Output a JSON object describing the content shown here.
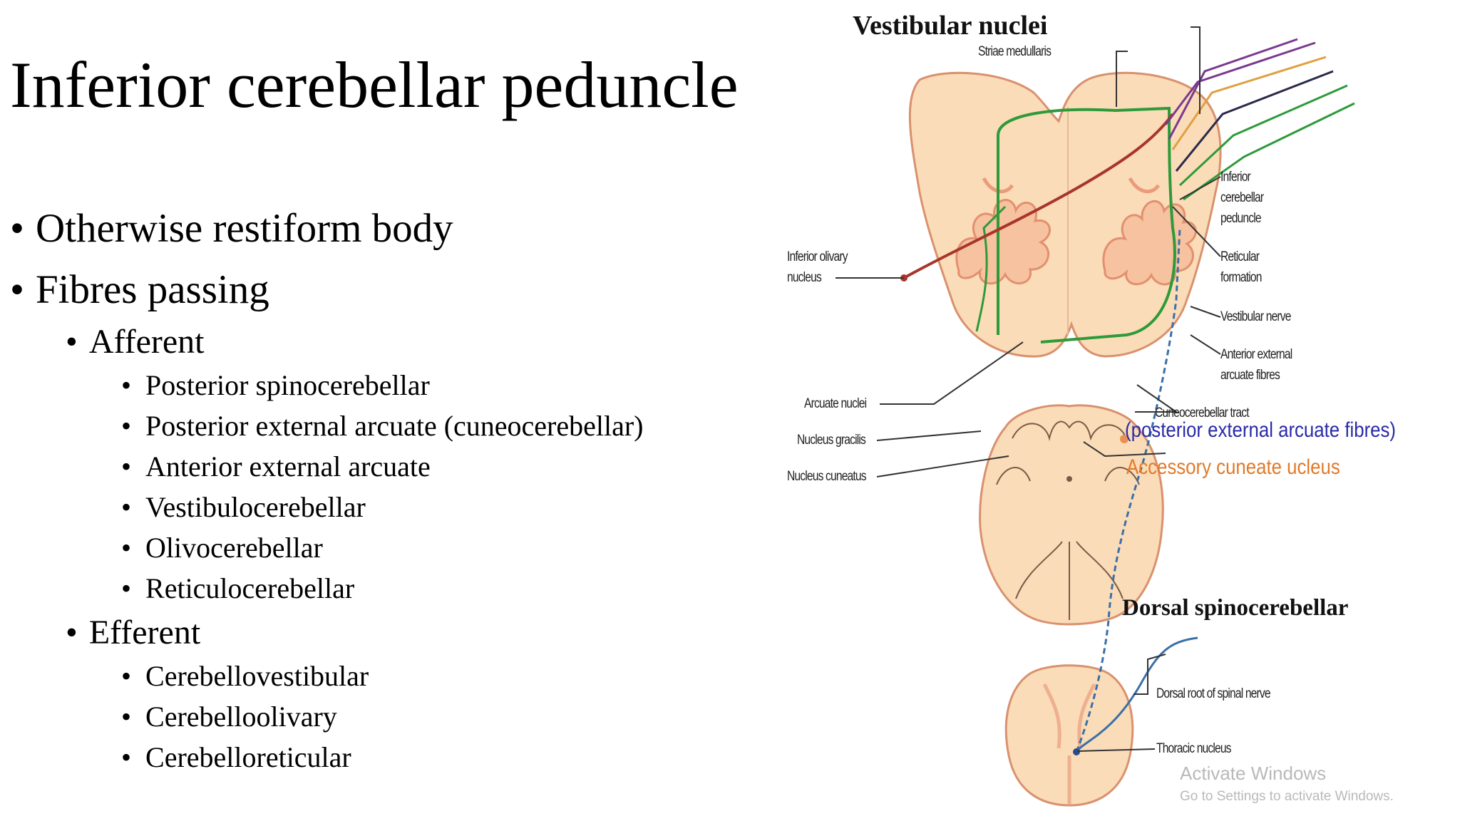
{
  "slide": {
    "title": "Inferior cerebellar peduncle",
    "bullets": [
      {
        "text": "Otherwise restiform body"
      },
      {
        "text": "Fibres passing"
      },
      {
        "text": "Afferent"
      },
      {
        "text": "Posterior spinocerebellar"
      },
      {
        "text": "Posterior external arcuate (cuneocerebellar)"
      },
      {
        "text": "Anterior external arcuate"
      },
      {
        "text": "Vestibulocerebellar"
      },
      {
        "text": "Olivocerebellar"
      },
      {
        "text": "Reticulocerebellar"
      },
      {
        "text": "Efferent"
      },
      {
        "text": "Cerebellovestibular"
      },
      {
        "text": "Cerebelloolivary"
      },
      {
        "text": "Cerebelloreticular"
      }
    ],
    "bullet_char": "•"
  },
  "diagram": {
    "title": "Vestibular nuclei",
    "labels": {
      "striae_medullaris": "Striae medullaris",
      "inferior_cerebellar_peduncle": [
        "Inferior",
        "cerebellar",
        "peduncle"
      ],
      "inferior_olivary_nucleus": [
        "Inferior olivary",
        "nucleus"
      ],
      "reticular_formation": [
        "Reticular",
        "formation"
      ],
      "vestibular_nerve": "Vestibular nerve",
      "anterior_external_arcuate_fibres": [
        "Anterior external",
        "arcuate fibres"
      ],
      "arcuate_nuclei": "Arcuate nuclei",
      "cuneocerebellar_tract": "Cuneocerebellar tract",
      "nucleus_gracilis": "Nucleus gracilis",
      "nucleus_cuneatus": "Nucleus cuneatus",
      "dorsal_root": "Dorsal root of spinal nerve",
      "thoracic_nucleus": "Thoracic nucleus"
    },
    "annotation_posterior_external": "(posterior external arcuate fibres)",
    "annotation_accessory_cuneate": "Accessory cuneate ucleus",
    "dorsal_spinocerebellar": "Dorsal spinocerebellar",
    "colors": {
      "tissue_fill": "#fbdcb8",
      "tissue_edge": "#d9916e",
      "green_tract": "#2e9a3a",
      "olive_tract": "#a8352c",
      "blue_tract": "#3a6fa8",
      "annotation_blue": "#2a2aa8",
      "annotation_orange": "#e07a2a"
    }
  },
  "watermark": {
    "line1": "Activate Windows",
    "line2": "Go to Settings to activate Windows."
  }
}
